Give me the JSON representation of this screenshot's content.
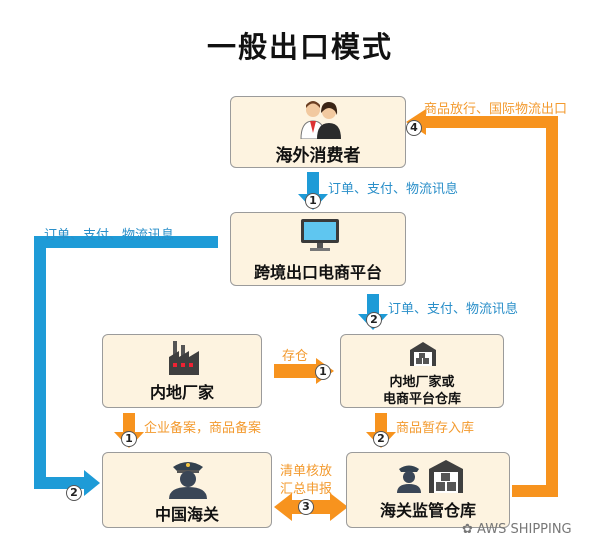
{
  "title": "一般出口模式",
  "nodes": {
    "consumer": "海外消费者",
    "platform": "跨境出口电商平台",
    "manufacturer": "内地厂家",
    "warehouse_line1": "内地厂家或",
    "warehouse_line2": "电商平台仓库",
    "customs": "中国海关",
    "bonded": "海关监管仓库"
  },
  "flows": {
    "consumer_to_platform": "订单、支付、物流讯息",
    "platform_to_customs": "订单、支付、物流讯息",
    "platform_to_warehouse": "订单、支付、物流讯息",
    "storage": "存仓",
    "filing": "企业备案，商品备案",
    "temp_storage": "商品暂存入库",
    "declare_line1": "清单核放",
    "declare_line2": "汇总申报",
    "release": "商品放行、国际物流出口"
  },
  "steps": {
    "s1a": "1",
    "s2a": "2",
    "s2b": "2",
    "s1b": "1",
    "s1c": "1",
    "s2c": "2",
    "s3": "3",
    "s4": "4"
  },
  "colors": {
    "blue_flow": "#1e9bd7",
    "orange_flow": "#f7931e",
    "box_fill": "#fdf3e0"
  },
  "watermark": "AWS SHIPPING"
}
